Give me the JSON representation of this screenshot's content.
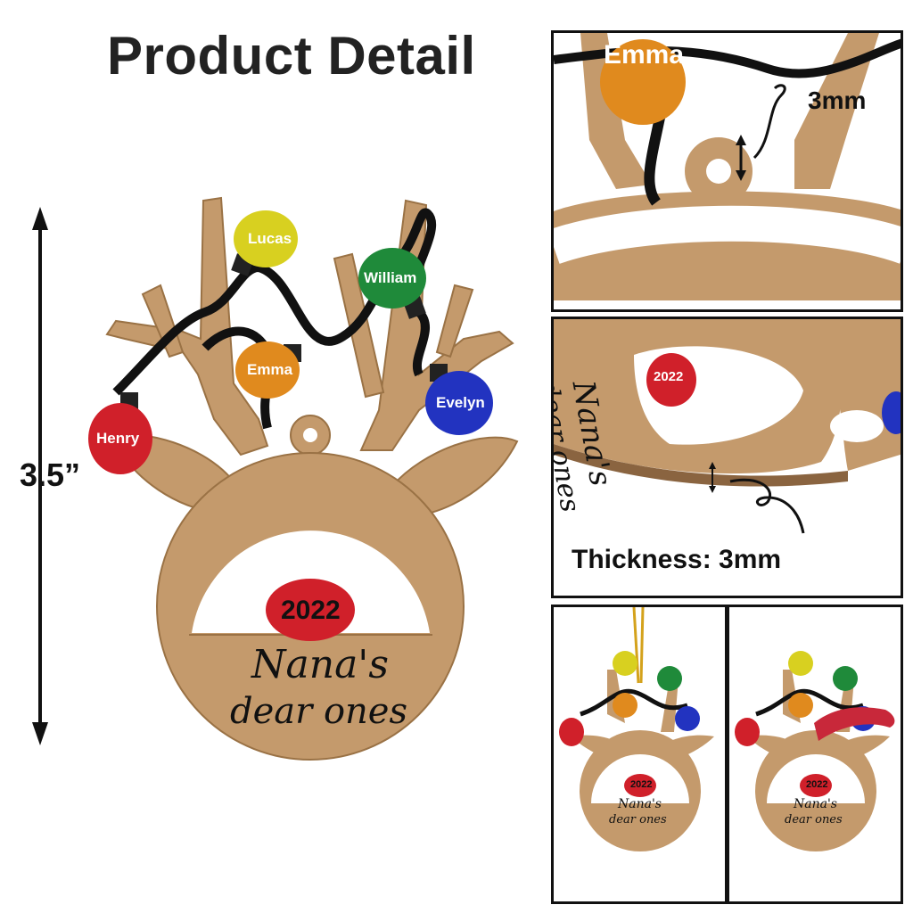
{
  "heading": "Product Detail",
  "size_label": "3.5”",
  "ornament": {
    "year": "2022",
    "line1": "Nana's",
    "line2": "dear ones",
    "names": [
      "Lucas",
      "William",
      "Emma",
      "Evelyn",
      "Henry"
    ]
  },
  "detail_hole": {
    "name": "Emma",
    "measure": "3mm"
  },
  "detail_thickness": {
    "year": "2022",
    "line1": "Nana's",
    "line2": "dear ones",
    "label": "Thickness: 3mm"
  },
  "colors": {
    "wood": "#c49a6c",
    "wood_dark": "#a77c4f",
    "red": "#d0202a",
    "yellow": "#d8d020",
    "green": "#1f8a3a",
    "orange": "#e08a1e",
    "blue": "#2233c0"
  }
}
